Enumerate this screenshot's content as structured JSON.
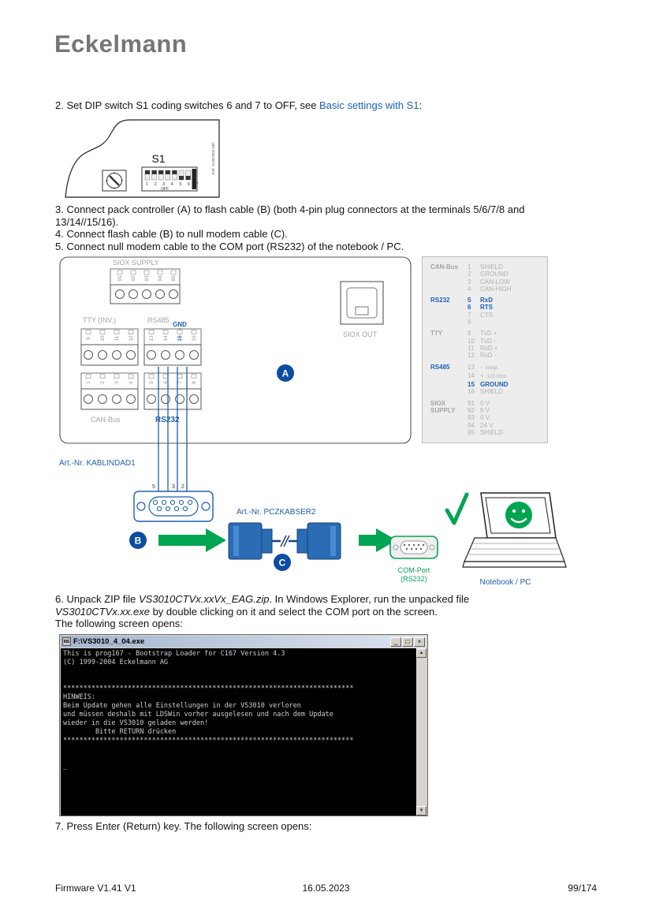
{
  "logo": "Eckelmann",
  "steps": {
    "s2_pre": "2. Set DIP switch S1 coding switches 6 and 7 to OFF, see ",
    "s2_link": "Basic settings with S1",
    "s2_post": ":",
    "s3_line1": "3. Connect pack controller (A) to flash cable (B) (both 4-pin plug connectors at the terminals 5/6/7/8 and",
    "s3_line2": "13/14//15/16).",
    "s4": "4. Connect flash cable (B) to null modem cable (C).",
    "s5": "5. Connect null modem cable to the COM port (RS232) of the notebook / PC.",
    "s6_pre": "6. Unpack ZIP file ",
    "s6_file1": "VS3010CTVx.xxVx_EAG.zip",
    "s6_mid": ". In Windows Explorer, run the unpacked file",
    "s6_file2": "VS3010CTVx.xx.exe",
    "s6_post": " by double clicking on it and select the COM port on the screen.",
    "s6_last": "The following screen opens:",
    "s7": "7. Press Enter (Return) key. The following screen opens:"
  },
  "dip_figure": {
    "s1_label": "S1",
    "dip_numbers": "1 2 3 4 5 6 7",
    "off_label": "OFF",
    "znr": "ZNR. 012607859 OEF"
  },
  "connector_figure": {
    "siox_supply": "SIOX SUPPLY",
    "tty_inv": "TTY (INV.)",
    "rs485": "RS485",
    "gnd": "GND",
    "can_bus": "CAN-Bus",
    "rs232": "RS232",
    "siox_out": "SIOX OUT",
    "marker_a": "A",
    "top_pins": [
      "91",
      "92",
      "93",
      "94",
      "95"
    ],
    "tty_pins": [
      "9",
      "10",
      "11",
      "12"
    ],
    "rs485_pins": [
      "13",
      "14",
      "15",
      "16"
    ],
    "can_pins": [
      "1",
      "2",
      "3",
      "4"
    ],
    "rs232_pins": [
      "5",
      "6",
      "7",
      "8"
    ]
  },
  "pin_table": {
    "groups": [
      {
        "name": "CAN-Bus",
        "blue": false,
        "rows": [
          {
            "pin": "1",
            "label": "SHIELD",
            "blue": false
          },
          {
            "pin": "2",
            "label": "GROUND",
            "blue": false
          },
          {
            "pin": "3",
            "label": "CAN-LOW",
            "blue": false
          },
          {
            "pin": "4",
            "label": "CAN-HIGH",
            "blue": false
          }
        ]
      },
      {
        "name": "RS232",
        "blue": true,
        "rows": [
          {
            "pin": "5",
            "label": "RxD",
            "blue": true
          },
          {
            "pin": "6",
            "label": "RTS",
            "blue": true
          },
          {
            "pin": "7",
            "label": "CTS",
            "blue": false
          },
          {
            "pin": "8",
            "label": "",
            "blue": false
          }
        ]
      },
      {
        "name": "TTY",
        "blue": false,
        "rows": [
          {
            "pin": "9",
            "label": "TxD +",
            "blue": false
          },
          {
            "pin": "10",
            "label": "TxD -",
            "blue": false
          },
          {
            "pin": "11",
            "label": "RxD +",
            "blue": false
          },
          {
            "pin": "12",
            "label": "RxD -",
            "blue": false
          }
        ]
      },
      {
        "name": "RS485",
        "blue": true,
        "rows": [
          {
            "pin": "13",
            "label": "-",
            "note": "integr.",
            "blue": false
          },
          {
            "pin": "14",
            "label": "+",
            "note": "120 Ohm",
            "blue": false
          },
          {
            "pin": "15",
            "label": "GROUND",
            "blue": true
          },
          {
            "pin": "16",
            "label": "SHIELD",
            "blue": false
          }
        ]
      },
      {
        "name": "SIOX SUPPLY",
        "blue": false,
        "rows": [
          {
            "pin": "91",
            "label": "0 V",
            "blue": false
          },
          {
            "pin": "92",
            "label": "9 V",
            "blue": false
          },
          {
            "pin": "93",
            "label": "0 V",
            "blue": false
          },
          {
            "pin": "94",
            "label": "24 V",
            "blue": false
          },
          {
            "pin": "95",
            "label": "SHIELD",
            "blue": false
          }
        ]
      }
    ]
  },
  "cable_figure": {
    "kablindad": "Art.-Nr. KABLINDAD1",
    "pczkabser": "Art.-Nr. PCZKABSER2",
    "db9_pins": [
      "5",
      "3",
      "2"
    ],
    "marker_b": "B",
    "marker_c": "C",
    "com_port_line1": "COM-Port",
    "com_port_line2": "(RS232)",
    "notebook": "Notebook / PC"
  },
  "terminal": {
    "title": "F:\\VS3010_4_04.exe",
    "icon_label": "MS",
    "buttons": [
      "_",
      "□",
      "×"
    ],
    "lines": [
      "This is prog167 - Bootstrap Loader for C167 Version 4.3",
      "(C) 1999-2004 Eckelmann AG",
      "",
      "",
      "************************************************************************",
      "HINWEIS:",
      "Beim Update gehen alle Einstellungen in der VS3010 verloren",
      "und müssen deshalb mit LDSWin vorher ausgelesen und nach dem Update",
      "wieder in die VS3010 geladen werden!",
      "        Bitte RETURN drücken",
      "************************************************************************",
      "",
      "",
      "_"
    ]
  },
  "footer": {
    "left": "Firmware V1.41 V1",
    "center": "16.05.2023",
    "right": "99/174"
  }
}
